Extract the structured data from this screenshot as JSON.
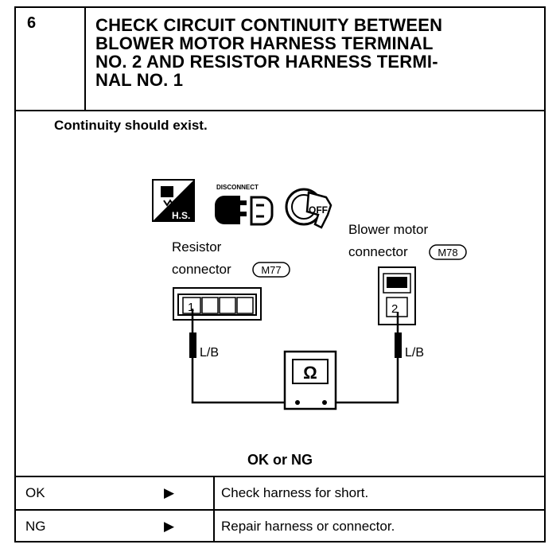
{
  "step": {
    "number": "6",
    "title_lines": [
      "CHECK CIRCUIT CONTINUITY BETWEEN",
      "BLOWER MOTOR HARNESS TERMINAL",
      "NO. 2 AND RESISTOR HARNESS TERMI-",
      "NAL NO. 1"
    ]
  },
  "condition": "Continuity should exist.",
  "diagram": {
    "icons": {
      "harness_label": "H.S.",
      "disconnect_label": "DISCONNECT",
      "ignition_label": "OFF"
    },
    "resistor": {
      "label_line1": "Resistor",
      "label_line2": "connector",
      "code": "M77",
      "terminal": "1",
      "wire_color": "L/B"
    },
    "blower": {
      "label_line1": "Blower motor",
      "label_line2": "connector",
      "code": "M78",
      "terminal": "2",
      "wire_color": "L/B"
    },
    "meter_symbol": "Ω"
  },
  "result_question": "OK or NG",
  "results": [
    {
      "result": "OK",
      "arrow": "▶",
      "action": "Check harness for short."
    },
    {
      "result": "NG",
      "arrow": "▶",
      "action": "Repair harness or connector."
    }
  ]
}
